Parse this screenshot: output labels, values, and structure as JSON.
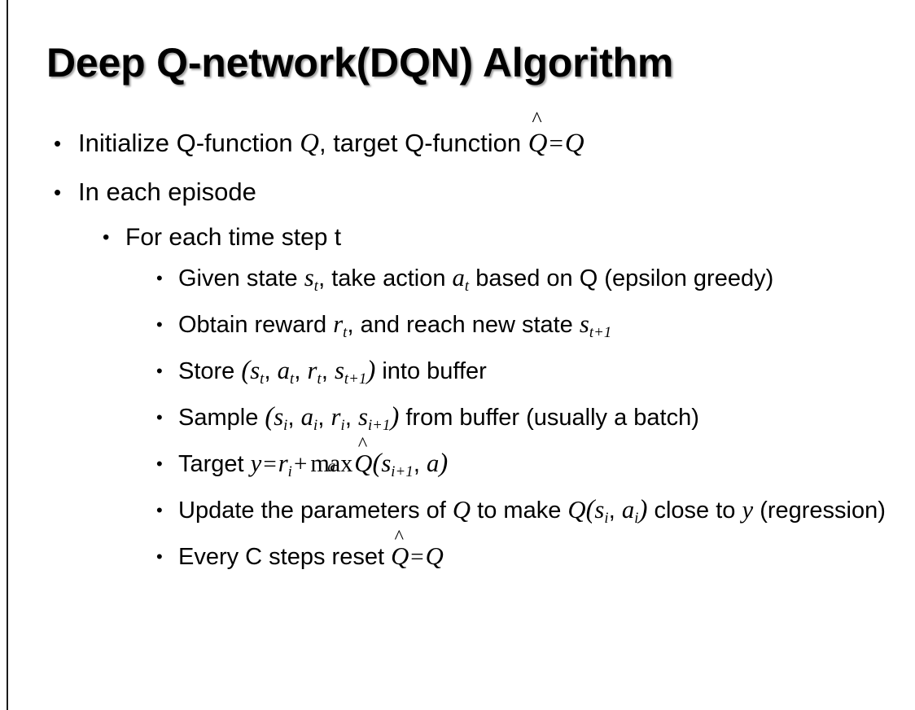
{
  "slide": {
    "title": "Deep Q-network(DQN) Algorithm",
    "background_color": "#ffffff",
    "text_color": "#000000",
    "rule_color": "#1a1a1a",
    "bullet_glyph": "•"
  },
  "bullets": {
    "b1": {
      "level": 1,
      "pre": "Initialize Q-function ",
      "q1": "Q",
      "mid": ", target Q-function ",
      "qhat": "Q",
      "hat": "^",
      "eq": "=",
      "q2": "Q"
    },
    "b2": {
      "level": 1,
      "text": "In each episode"
    },
    "b3": {
      "level": 2,
      "text": "For each time step t"
    },
    "b4": {
      "level": 3,
      "pre": "Given state ",
      "s": "s",
      "s_sub": "t",
      "mid": ", take action ",
      "a": "a",
      "a_sub": "t",
      "post": " based on Q (epsilon greedy)"
    },
    "b5": {
      "level": 3,
      "pre": "Obtain reward ",
      "r": "r",
      "r_sub": "t",
      "mid": ", and reach new state ",
      "s": "s",
      "s_sub": "t+1"
    },
    "b6": {
      "level": 3,
      "pre": "Store ",
      "open": "(",
      "s1": "s",
      "s1_sub": "t",
      "c1": ", ",
      "a1": "a",
      "a1_sub": "t",
      "c2": ", ",
      "r1": "r",
      "r1_sub": "t",
      "c3": ", ",
      "s2": "s",
      "s2_sub": "t+1",
      "close": ")",
      "post": " into buffer"
    },
    "b7": {
      "level": 3,
      "pre": "Sample ",
      "open": "(",
      "s1": "s",
      "s1_sub": "i",
      "c1": ", ",
      "a1": "a",
      "a1_sub": "i",
      "c2": ", ",
      "r1": "r",
      "r1_sub": "i",
      "c3": ", ",
      "s2": "s",
      "s2_sub": "i+1",
      "close": ")",
      "post": " from buffer (usually a batch)"
    },
    "b8": {
      "level": 3,
      "pre": "Target ",
      "y": "y",
      "eq": "=",
      "r": "r",
      "r_sub": "i",
      "plus": "+",
      "max": "max",
      "max_under": "a",
      "qhat": "Q",
      "hat": "^",
      "open": "(",
      "s": "s",
      "s_sub": "i+1",
      "comma": ", ",
      "a": "a",
      "close": ")"
    },
    "b9": {
      "level": 3,
      "pre": "Update the parameters of ",
      "q1": "Q",
      "mid": " to make ",
      "q2": "Q",
      "open": "(",
      "s": "s",
      "s_sub": "i",
      "comma": ", ",
      "a": "a",
      "a_sub": "i",
      "close": ")",
      "post": " close to ",
      "y": "y",
      "tail": " (regression)"
    },
    "b10": {
      "level": 3,
      "pre": "Every C steps reset ",
      "qhat": "Q",
      "hat": "^",
      "eq": "=",
      "q": "Q"
    }
  }
}
